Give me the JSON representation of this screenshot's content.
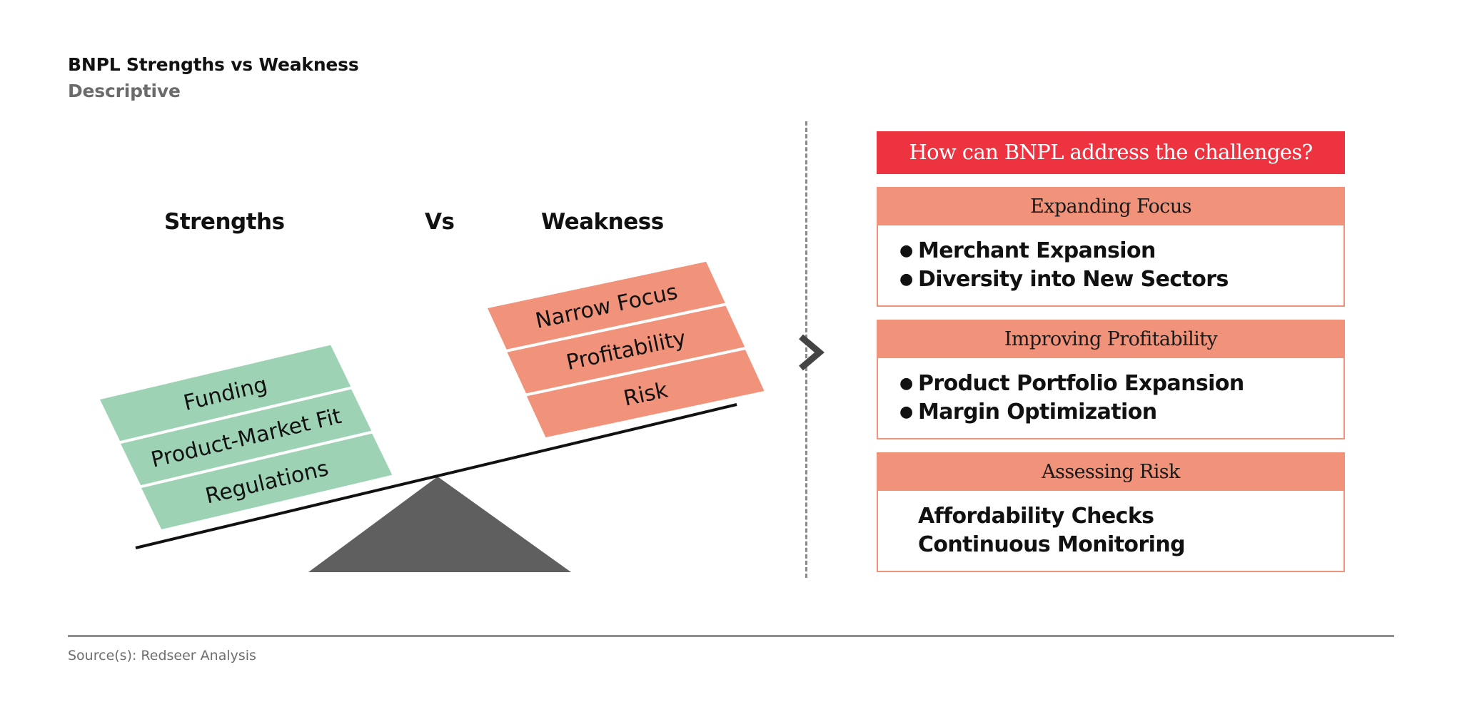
{
  "header": {
    "title": "BNPL  Strengths vs Weakness",
    "subtitle": "Descriptive"
  },
  "scale": {
    "left_label": "Strengths",
    "middle_label": "Vs",
    "right_label": "Weakness",
    "strengths": [
      "Funding",
      "Product-Market Fit",
      "Regulations"
    ],
    "weaknesses": [
      "Narrow Focus",
      "Profitability",
      "Risk"
    ],
    "colors": {
      "strength_fill": "#9dd3b4",
      "weakness_fill": "#f0937a",
      "fulcrum": "#5f5f5f",
      "beam": "#111111"
    },
    "tilt": "left side lower (weighed down by strengths)"
  },
  "separator": {
    "icon": "chevron-right-icon"
  },
  "solutions": {
    "banner": "How can BNPL address the challenges?",
    "banner_color": "#ee3340",
    "accent_color": "#f0937a",
    "cards": [
      {
        "heading": "Expanding Focus",
        "bulleted": true,
        "items": [
          "Merchant Expansion",
          "Diversity into New Sectors"
        ]
      },
      {
        "heading": "Improving Profitability",
        "bulleted": true,
        "items": [
          "Product Portfolio Expansion",
          "Margin Optimization"
        ]
      },
      {
        "heading": "Assessing Risk",
        "bulleted": false,
        "items": [
          "Affordability Checks",
          "Continuous Monitoring"
        ]
      }
    ]
  },
  "footer": {
    "source": "Source(s): Redseer Analysis"
  }
}
